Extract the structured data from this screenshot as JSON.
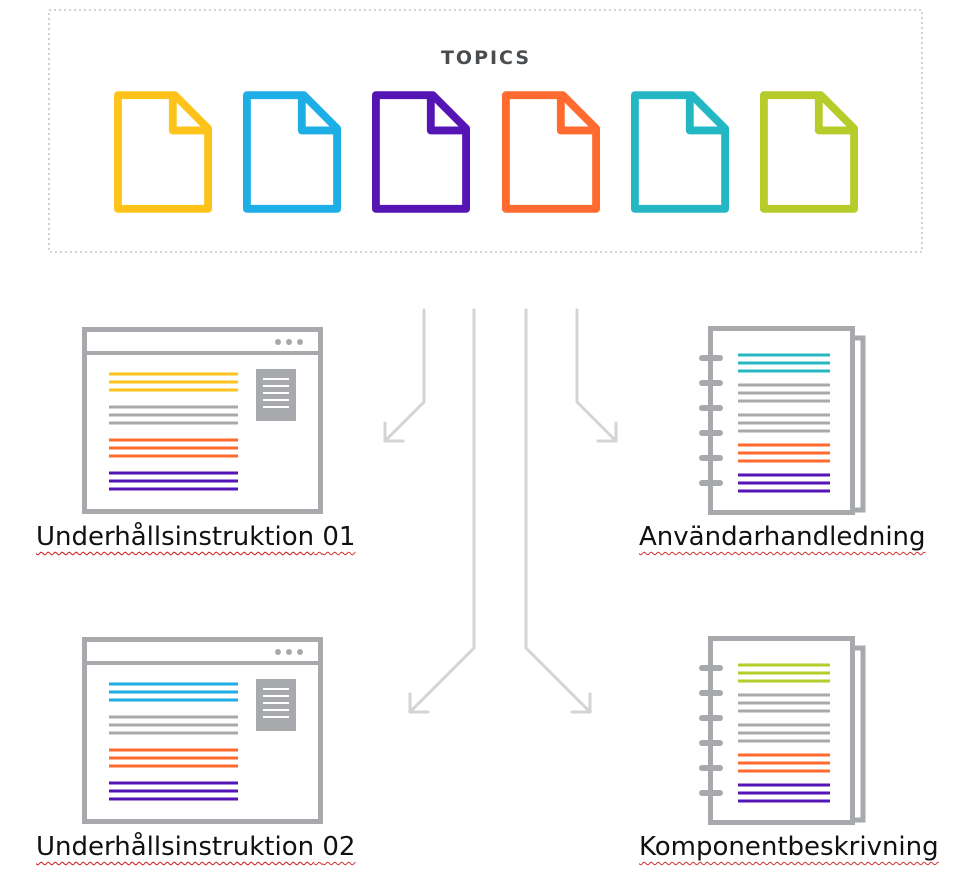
{
  "topics": {
    "title": "TOPICS",
    "files": [
      {
        "name": "topic-yellow",
        "color": "#FDC31A"
      },
      {
        "name": "topic-blue",
        "color": "#1DAEE6"
      },
      {
        "name": "topic-purple",
        "color": "#5514B4"
      },
      {
        "name": "topic-orange",
        "color": "#FF6A2E"
      },
      {
        "name": "topic-teal",
        "color": "#23B7C4"
      },
      {
        "name": "topic-lime",
        "color": "#B5CC2A"
      }
    ]
  },
  "outputs": {
    "doc1": {
      "label_word": "Underhållsinstruktion",
      "label_num": "01",
      "icon": "browser-window-icon",
      "line_colors": [
        "#FDC31A",
        "#A7A9AC",
        "#FF6A2E",
        "#5514B4"
      ]
    },
    "doc2": {
      "label_word": "Underhållsinstruktion",
      "label_num": "02",
      "icon": "browser-window-icon",
      "line_colors": [
        "#1DAEE6",
        "#A7A9AC",
        "#FF6A2E",
        "#5514B4"
      ]
    },
    "doc3": {
      "label": "Användarhandledning",
      "icon": "spiral-notebook-icon",
      "line_colors": [
        "#23B7C4",
        "#A7A9AC",
        "#A7A9AC",
        "#FF6A2E",
        "#5514B4"
      ]
    },
    "doc4": {
      "label": "Komponentbeskrivning",
      "icon": "spiral-notebook-icon",
      "line_colors": [
        "#B5CC2A",
        "#A7A9AC",
        "#A7A9AC",
        "#FF6A2E",
        "#5514B4"
      ]
    }
  }
}
